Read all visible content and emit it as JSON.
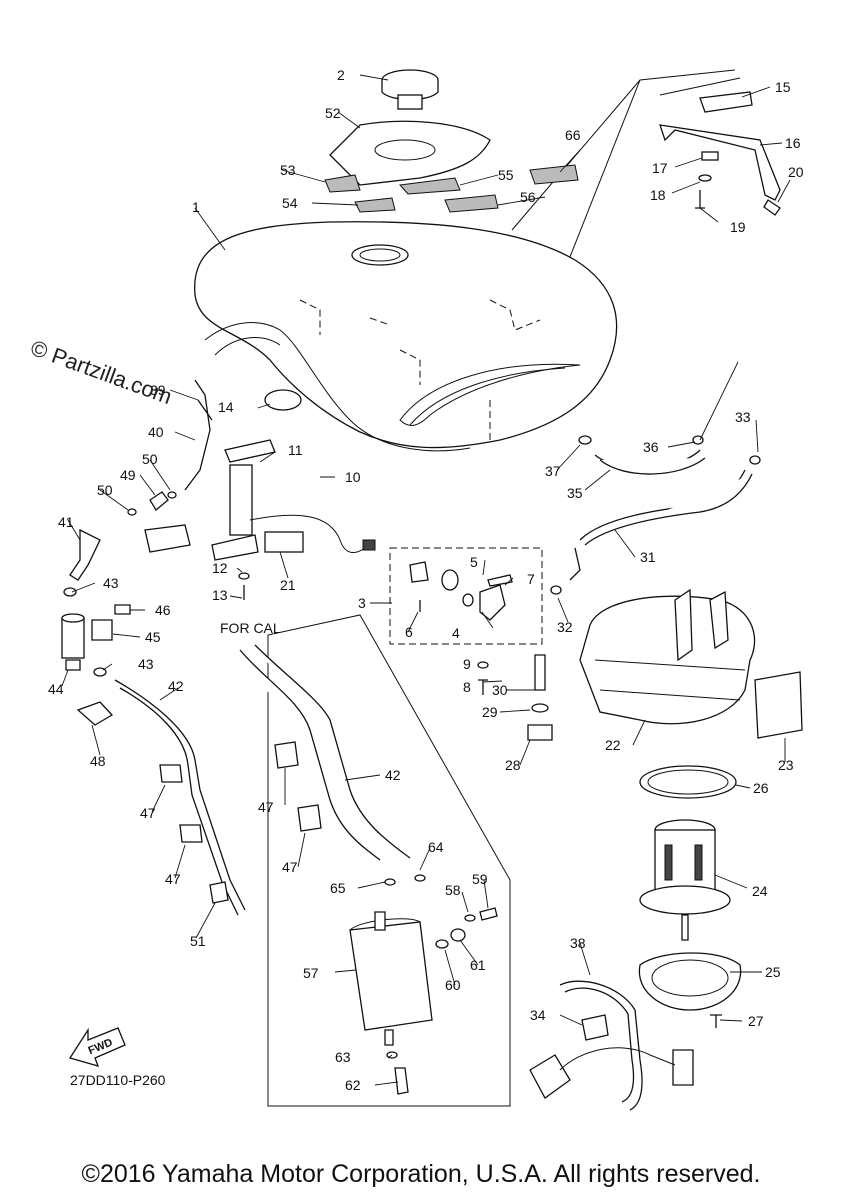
{
  "watermark": "© Partzilla.com",
  "copyright": "©2016 Yamaha Motor Corporation, U.S.A. All rights reserved.",
  "drawing_code": "27DD110-P260",
  "for_cal_label": "FOR CAL",
  "fwd_label": "FWD",
  "callouts": [
    "1",
    "2",
    "3",
    "4",
    "5",
    "6",
    "7",
    "8",
    "9",
    "10",
    "11",
    "12",
    "13",
    "14",
    "15",
    "16",
    "17",
    "18",
    "19",
    "20",
    "21",
    "22",
    "23",
    "24",
    "25",
    "26",
    "27",
    "28",
    "29",
    "30",
    "31",
    "32",
    "33",
    "34",
    "35",
    "36",
    "37",
    "38",
    "39",
    "40",
    "41",
    "42",
    "42",
    "43",
    "43",
    "44",
    "45",
    "46",
    "47",
    "47",
    "47",
    "47",
    "48",
    "49",
    "50",
    "50",
    "51",
    "52",
    "53",
    "54",
    "55",
    "56",
    "57",
    "58",
    "59",
    "60",
    "61",
    "62",
    "63",
    "64",
    "65",
    "66"
  ]
}
